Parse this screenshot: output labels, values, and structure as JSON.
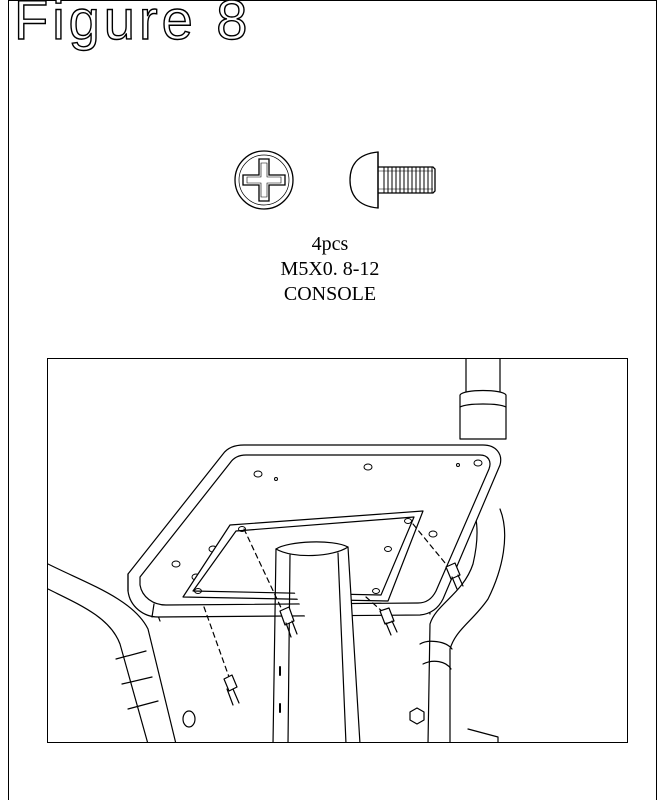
{
  "figure": {
    "title": "Figure 8"
  },
  "hardware": {
    "quantity": "4pcs",
    "size": "M5X0. 8-12",
    "location": "CONSOLE",
    "icons": [
      "phillips-screw-head-icon",
      "round-head-screw-side-icon"
    ]
  },
  "illustration": {
    "subject": "console-mounting-diagram",
    "line_color": "#000000",
    "background_color": "#ffffff"
  }
}
